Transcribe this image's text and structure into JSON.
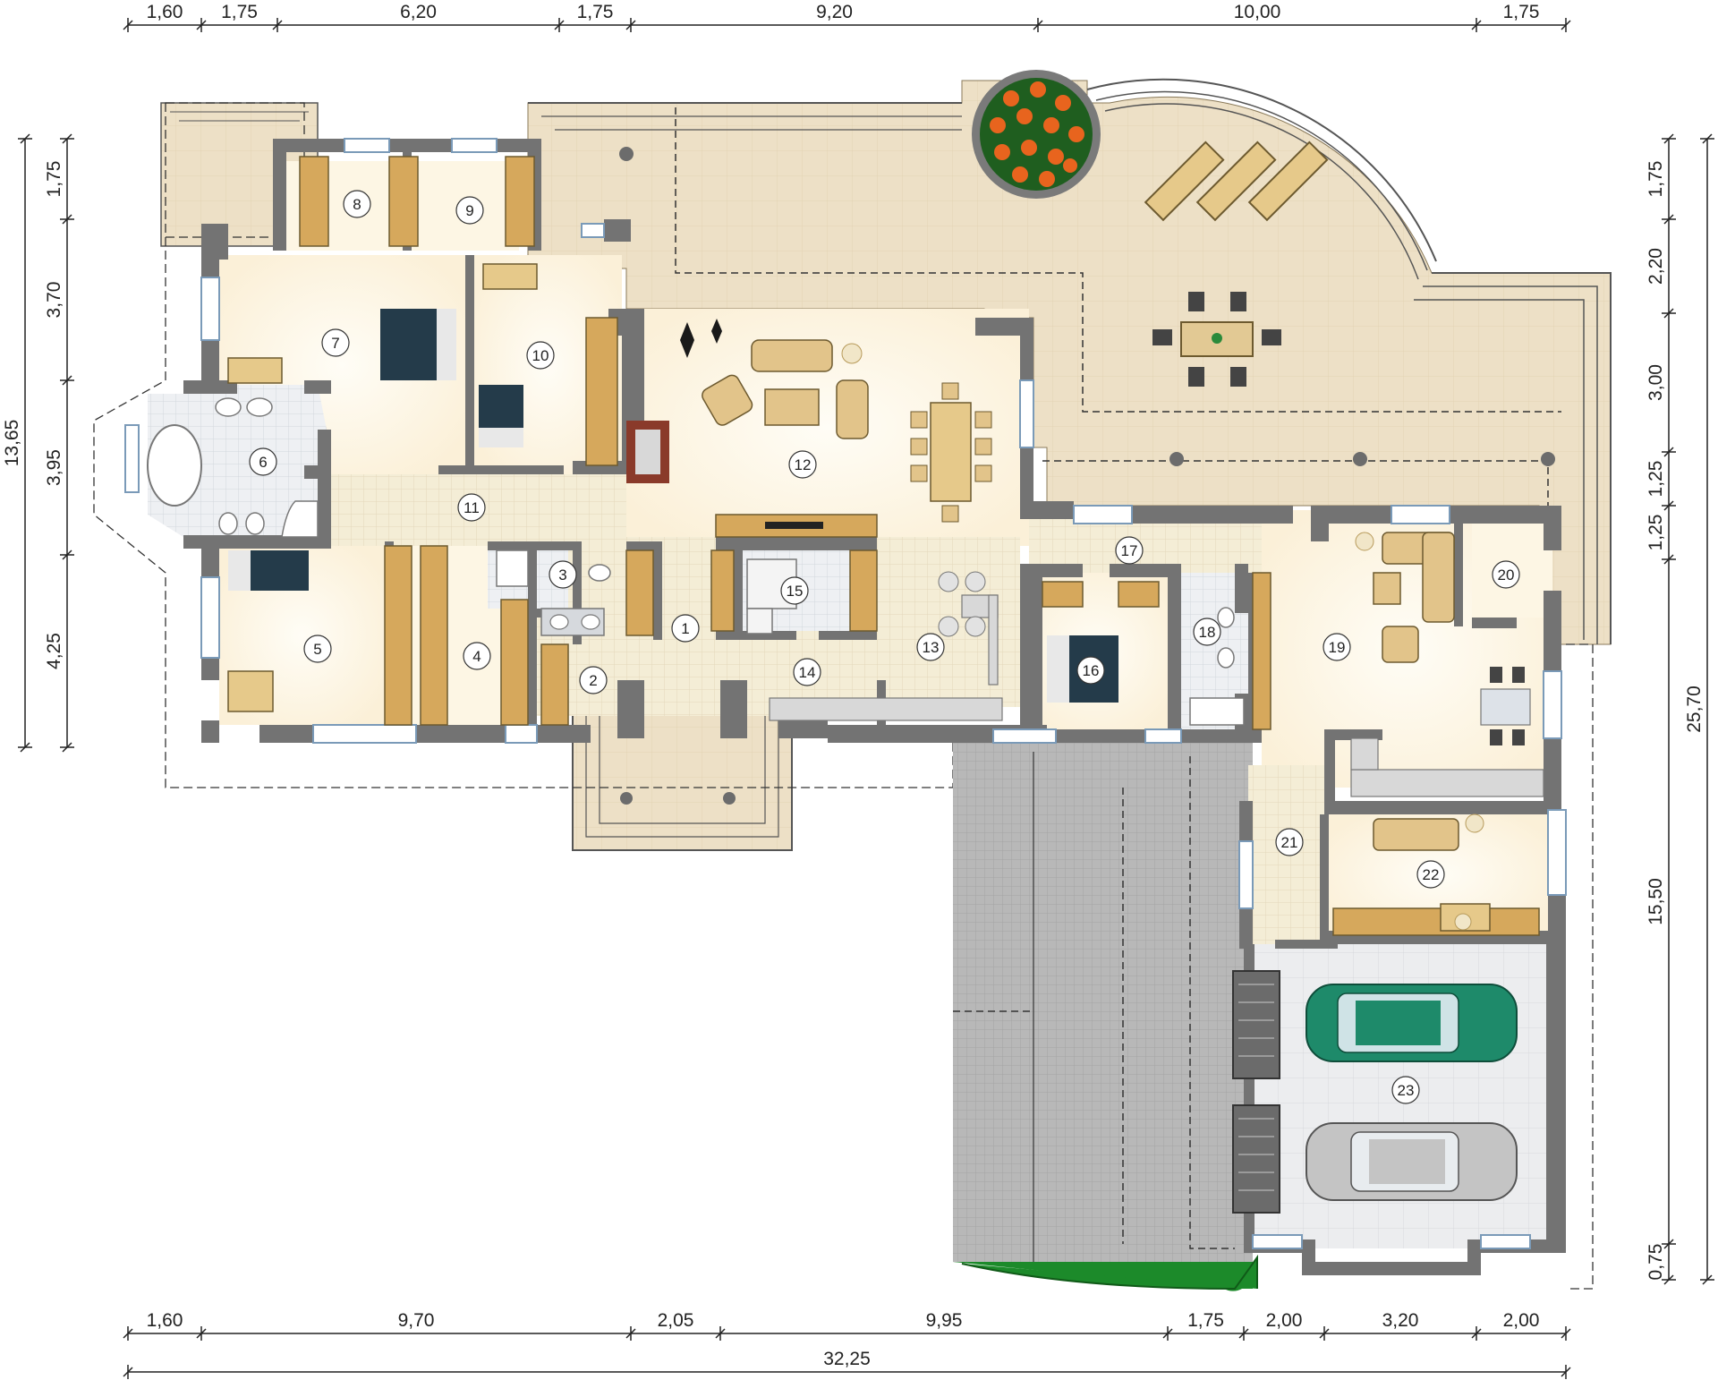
{
  "dimensions": {
    "top": [
      "1,60",
      "1,75",
      "6,20",
      "1,75",
      "9,20",
      "10,00",
      "1,75"
    ],
    "bottom": [
      "1,60",
      "9,70",
      "2,05",
      "9,95",
      "1,75",
      "2,00",
      "3,20",
      "2,00"
    ],
    "total_width": "32,25",
    "left_total": "13,65",
    "left": [
      "1,75",
      "3,70",
      "3,95",
      "4,25"
    ],
    "right_total": "25,70",
    "right": [
      "1,75",
      "2,20",
      "3,00",
      "1,25",
      "1,25",
      "15,50",
      "0,75"
    ]
  },
  "rooms": [
    "1",
    "2",
    "3",
    "4",
    "5",
    "6",
    "7",
    "8",
    "9",
    "10",
    "11",
    "12",
    "13",
    "14",
    "15",
    "16",
    "17",
    "18",
    "19",
    "20",
    "21",
    "22",
    "23"
  ],
  "colors": {
    "wall": "#737373",
    "floor": "#fcf3de",
    "tile": "#f4edd4",
    "terrace": "#ecdfc4",
    "wood": "#d6a85c",
    "driveway": "#b5b5b5",
    "grass": "#1c8a2a",
    "car_green": "#1e8a6a",
    "car_silver": "#c4c4c4"
  }
}
